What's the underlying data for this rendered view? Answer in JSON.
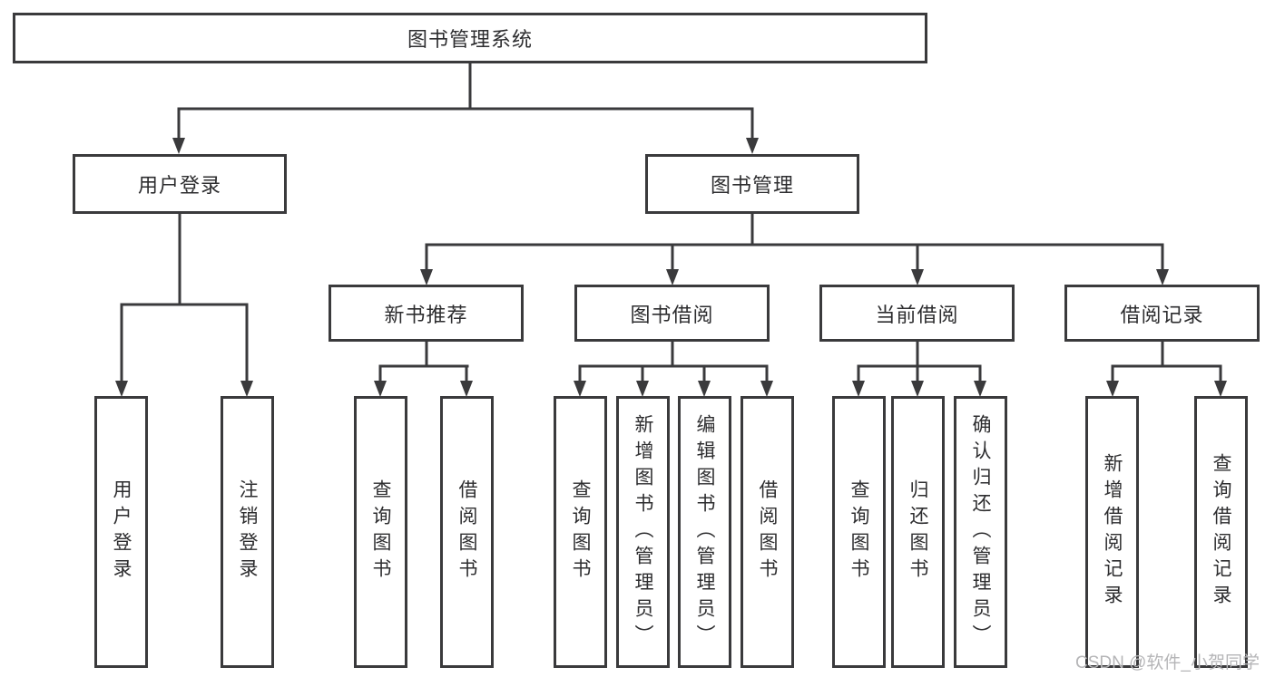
{
  "diagram_title": "图书管理系统",
  "tree": {
    "root": {
      "label": "图书管理系统",
      "children": [
        {
          "label": "用户登录",
          "children": [
            {
              "label": "用户登录"
            },
            {
              "label": "注销登录"
            }
          ]
        },
        {
          "label": "图书管理",
          "children": [
            {
              "label": "新书推荐",
              "children": [
                {
                  "label": "查询图书"
                },
                {
                  "label": "借阅图书"
                }
              ]
            },
            {
              "label": "图书借阅",
              "children": [
                {
                  "label": "查询图书"
                },
                {
                  "label": "新增图书（管理员）"
                },
                {
                  "label": "编辑图书（管理员）"
                },
                {
                  "label": "借阅图书"
                }
              ]
            },
            {
              "label": "当前借阅",
              "children": [
                {
                  "label": "查询图书"
                },
                {
                  "label": "归还图书"
                },
                {
                  "label": "确认归还（管理员）"
                }
              ]
            },
            {
              "label": "借阅记录",
              "children": [
                {
                  "label": "新增借阅记录"
                },
                {
                  "label": "查询借阅记录"
                }
              ]
            }
          ]
        }
      ]
    }
  },
  "watermark": {
    "text": "CSDN @软件_小贺同学",
    "color": "#b5b5b7"
  },
  "colors": {
    "line": "#3a3a3c",
    "box_border": "#3a3a3c",
    "text": "#2d2d2f",
    "background": "#ffffff"
  }
}
